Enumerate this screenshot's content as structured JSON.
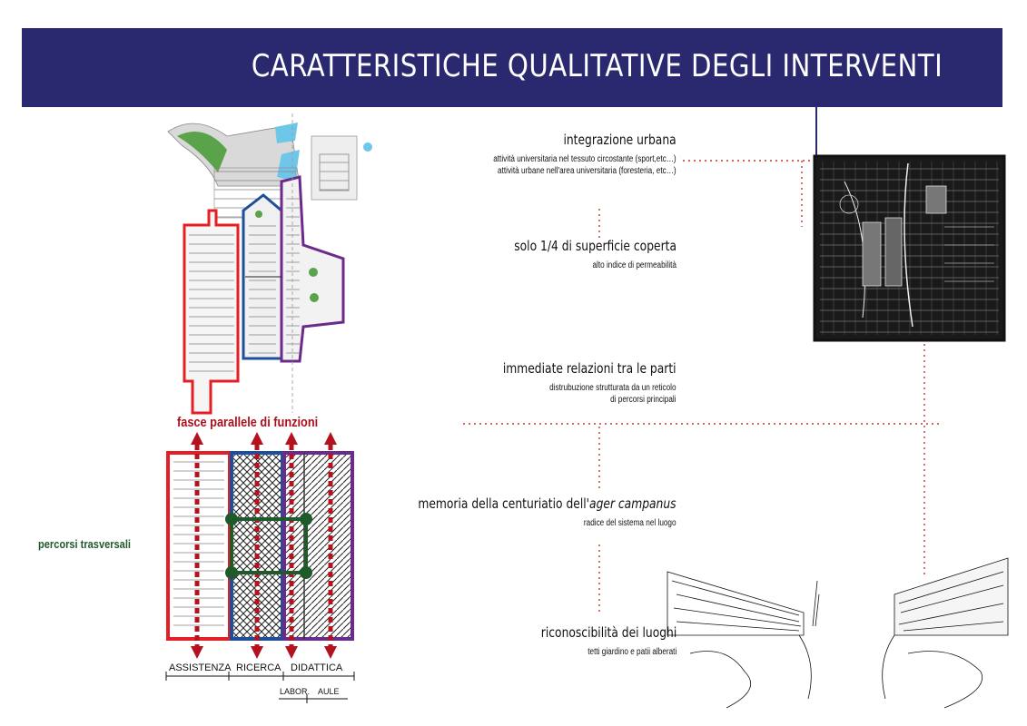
{
  "header": {
    "title": "CARATTERISTICHE QUALITATIVE DEGLI INTERVENTI"
  },
  "features": [
    {
      "title": "integrazione urbana",
      "lines": [
        "attività universitaria nel tessuto circostante (sport,etc…)",
        "attività urbane nell'area universitaria (foresteria, etc…)"
      ]
    },
    {
      "title": "solo 1/4 di superficie coperta",
      "lines": [
        "alto indice di permeabilità"
      ]
    },
    {
      "title": "immediate relazioni tra le parti",
      "lines": [
        "distrubuzione strutturata da un reticolo",
        "di percorsi principali"
      ]
    },
    {
      "title_prefix": "memoria della centuriatio dell'",
      "title_italic": "ager campanus",
      "lines": [
        "radice del sistema nel luogo"
      ]
    },
    {
      "title": "riconoscibilità dei luoghi",
      "lines": [
        "tetti giardino e patii alberati"
      ]
    }
  ],
  "diagram": {
    "title": "fasce parallele di funzioni",
    "side_label": "percorsi trasversali",
    "bands": [
      "ASSISTENZA",
      "RICERCA",
      "DIDATTICA"
    ],
    "sub_bands": [
      "LABOR.",
      "AULE"
    ]
  },
  "colors": {
    "header": "#2a286e",
    "red": "#e31e24",
    "dark_red": "#a8101c",
    "blue": "#1f4e9a",
    "purple": "#6a2b8a",
    "green": "#1f5b2a"
  }
}
